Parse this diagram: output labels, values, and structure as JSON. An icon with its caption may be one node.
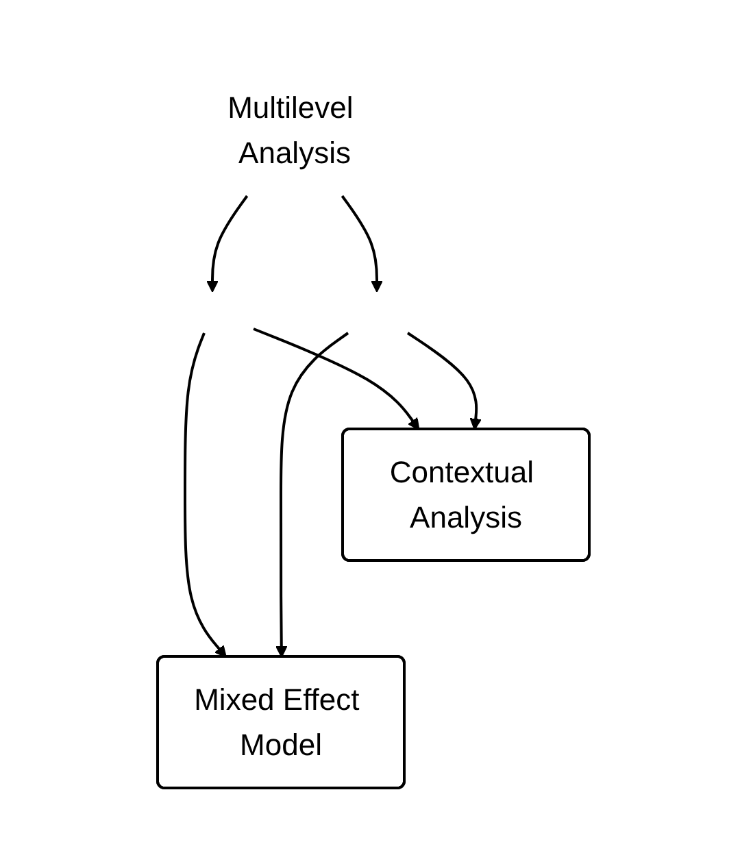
{
  "diagram": {
    "nodes": [
      {
        "text": [
          "Multilevel Analysis"
        ]
      },
      {
        "text": [
          "Contextual Analysis"
        ]
      },
      {
        "text": [
          "Mixed Effect Model"
        ]
      }
    ],
    "edges": [
      {
        "from": 0,
        "to": null,
        "arrow": "to"
      },
      {
        "from": 0,
        "to": null,
        "arrow": "to"
      },
      {
        "from": null,
        "to": 1,
        "arrow": "to"
      },
      {
        "from": null,
        "to": 2,
        "arrow": "to"
      },
      {
        "from": null,
        "to": 1,
        "arrow": "to"
      },
      {
        "from": null,
        "to": 2,
        "arrow": "to"
      }
    ]
  }
}
